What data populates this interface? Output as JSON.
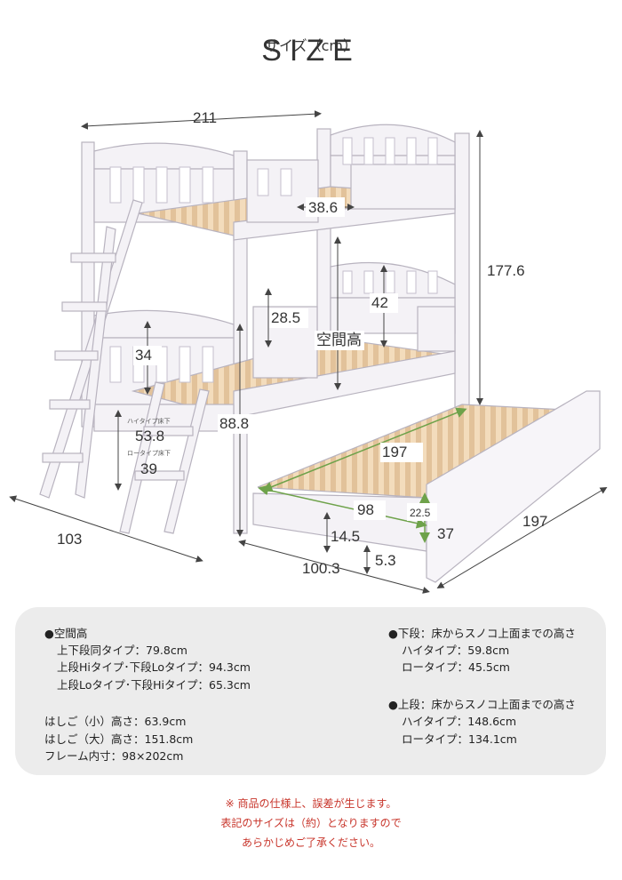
{
  "header": {
    "title": "SIZE",
    "subtitle": "サイズ（cm）"
  },
  "dimensions": {
    "total_width": "211",
    "total_height": "177.6",
    "depth": "103",
    "trundle_length": "197",
    "trundle_length_side": "197",
    "trundle_width": "98",
    "trundle_width_outer": "100.3",
    "guard_opening": "38.6",
    "upper_guard_height": "42",
    "lower_guard_height": "28.5",
    "space_label": "空間高",
    "lower_bed_guard": "34",
    "lower_post_height": "88.8",
    "hi_floor_label": "ハイタイプ床下",
    "hi_floor_value": "53.8",
    "lo_floor_label": "ロータイプ床下",
    "lo_floor_value": "39",
    "trundle_clearance": "14.5",
    "trundle_leg": "5.3",
    "trundle_height": "37",
    "trundle_inner_height": "22.5"
  },
  "specs": {
    "space_heading": "●空間高",
    "space_items": [
      "上下段同タイプ：79.8cm",
      "上段Hiタイプ･下段Loタイプ：94.3cm",
      "上段Loタイプ･下段Hiタイプ：65.3cm"
    ],
    "ladder_small": "はしご（小）高さ：63.9cm",
    "ladder_large": "はしご（大）高さ：151.8cm",
    "frame_inner": "フレーム内寸：98×202cm",
    "lower_heading": "●下段：床からスノコ上面までの高さ",
    "lower_items": [
      "ハイタイプ：59.8cm",
      "ロータイプ：45.5cm"
    ],
    "upper_heading": "●上段：床からスノコ上面までの高さ",
    "upper_items": [
      "ハイタイプ：148.6cm",
      "ロータイプ：134.1cm"
    ]
  },
  "notice": {
    "line1": "※ 商品の仕様上、誤差が生じます。",
    "line2": "表記のサイズは（約）となりますので",
    "line3": "あらかじめご了承ください。"
  },
  "colors": {
    "frame": "#f4f2f6",
    "frame_edge": "#b8b3bf",
    "slat": "#e7cba6",
    "highlight": "#f2ef3c",
    "green_dim": "#6ea24a",
    "notice": "#c8352b",
    "panel": "#ececec"
  }
}
